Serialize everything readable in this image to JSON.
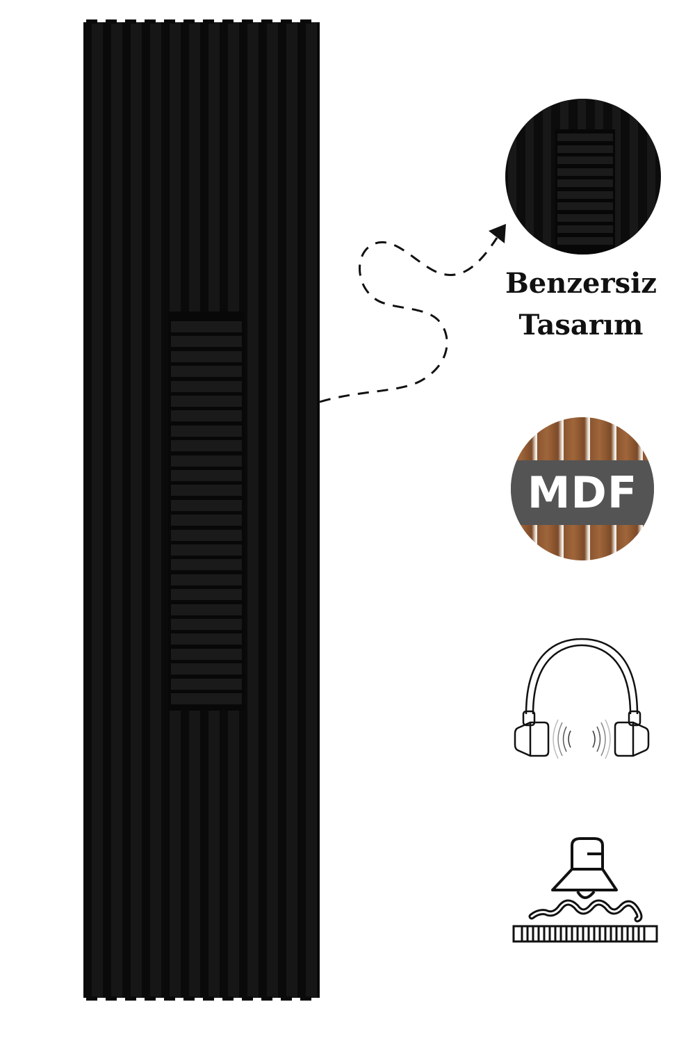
{
  "product": {
    "panel_color": "#0a0a0a",
    "slat_color": "#161616",
    "vertical_slat_count": 12,
    "inset_horizontal_slat_count": 26
  },
  "features": [
    {
      "id": "design",
      "icon": "zoom-detail-icon",
      "label_line1": "Benzersiz",
      "label_line2": "Tasarım"
    },
    {
      "id": "material",
      "icon": "mdf-wood-icon",
      "badge_text": "MDF",
      "badge_bg": "#545454",
      "wood_color": "#8a5530"
    },
    {
      "id": "acoustic",
      "icon": "headphones-sound-icon"
    },
    {
      "id": "insulation",
      "icon": "lamp-sound-absorption-icon"
    }
  ]
}
